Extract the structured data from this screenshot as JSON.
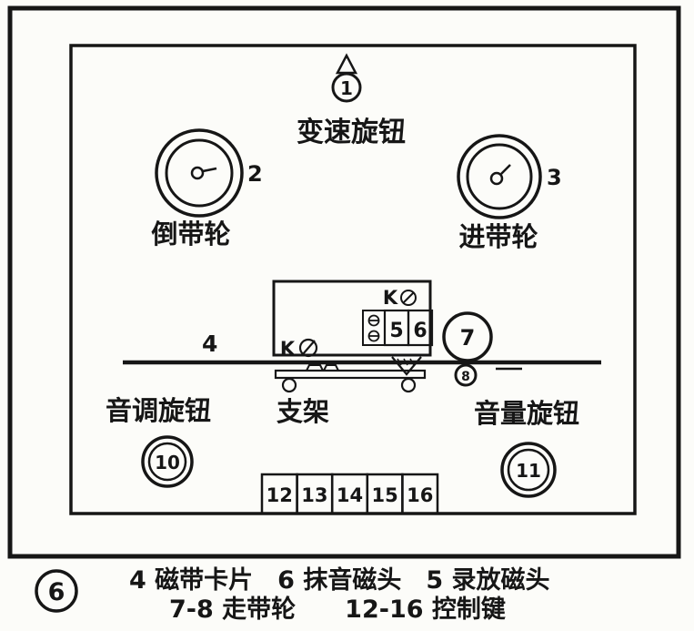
{
  "figure": {
    "number": "6",
    "legend_line1": "4 磁带卡片　6 抹音磁头　5 录放磁头",
    "legend_line2": "7-8 走带轮　　12-16 控制键"
  },
  "labels": {
    "speed_knob": "变速旋钮",
    "rewind_wheel": "倒带轮",
    "feed_wheel": "进带轮",
    "bracket": "支架",
    "tone_knob": "音调旋钮",
    "volume_knob": "音量旋钮",
    "k_mark_top": "K",
    "k_mark_left": "K"
  },
  "parts": {
    "speed_knob_num": "1",
    "rewind_wheel_num": "2",
    "feed_wheel_num": "3",
    "tape_num": "4",
    "head_5_num": "5",
    "head_6_num": "6",
    "capstan_num": "7",
    "pinch_roller_num": "8",
    "tone_knob_num": "10",
    "volume_knob_num": "11",
    "control_keys": [
      "12",
      "13",
      "14",
      "15",
      "16"
    ]
  }
}
